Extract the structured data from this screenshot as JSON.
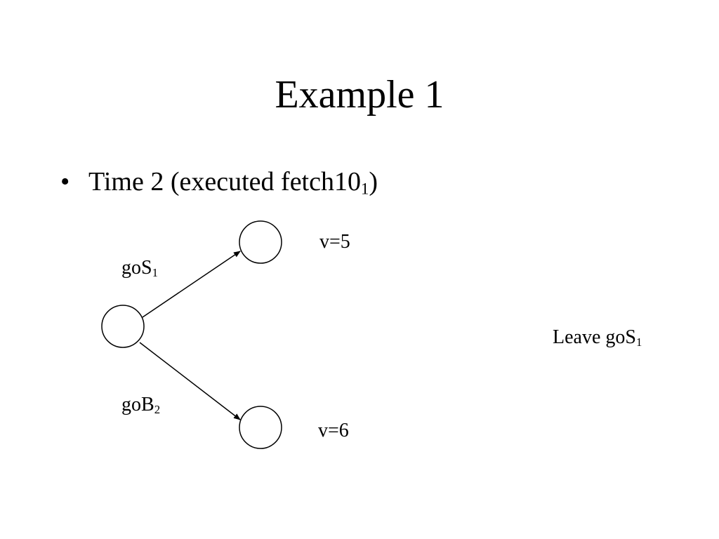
{
  "slide": {
    "title": "Example 1",
    "bullet": {
      "marker": "•",
      "text_before": "Time 2 (executed fetch10",
      "subscript": "1",
      "text_after": ")"
    }
  },
  "diagram": {
    "nodes": [
      {
        "id": "root"
      },
      {
        "id": "top"
      },
      {
        "id": "bottom"
      }
    ],
    "edges": [
      {
        "from": "root",
        "to": "top",
        "label_main": "goS",
        "label_sub": "1"
      },
      {
        "from": "root",
        "to": "bottom",
        "label_main": "goB",
        "label_sub": "2"
      }
    ],
    "node_values": {
      "top": "v=5",
      "bottom": "v=6"
    },
    "note": {
      "main": "Leave goS",
      "sub": "1"
    }
  }
}
